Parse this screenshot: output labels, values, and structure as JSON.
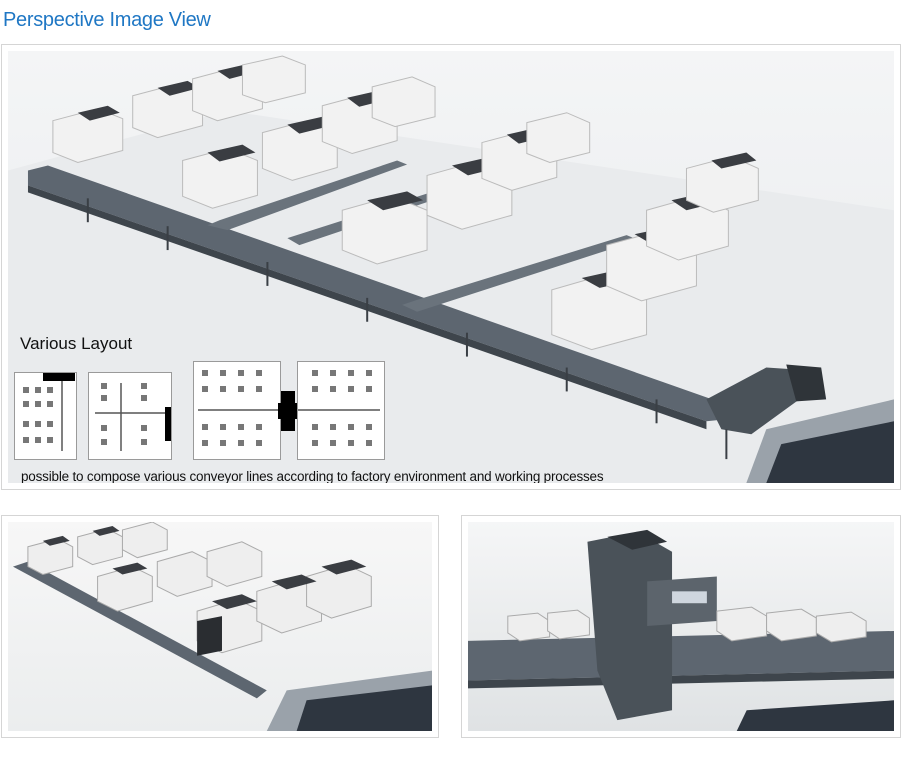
{
  "header": {
    "title": "Perspective Image View"
  },
  "main_view": {
    "layout_heading": "Various Layout",
    "layout_caption": "possible to compose various conveyor lines according to factory environment and working processes"
  },
  "colors": {
    "title": "#1f77c4",
    "frame_border": "#d5d5d5",
    "conveyor": "#5d6670",
    "machine_body": "#f2f2f2",
    "machine_dark": "#3a3d42"
  }
}
